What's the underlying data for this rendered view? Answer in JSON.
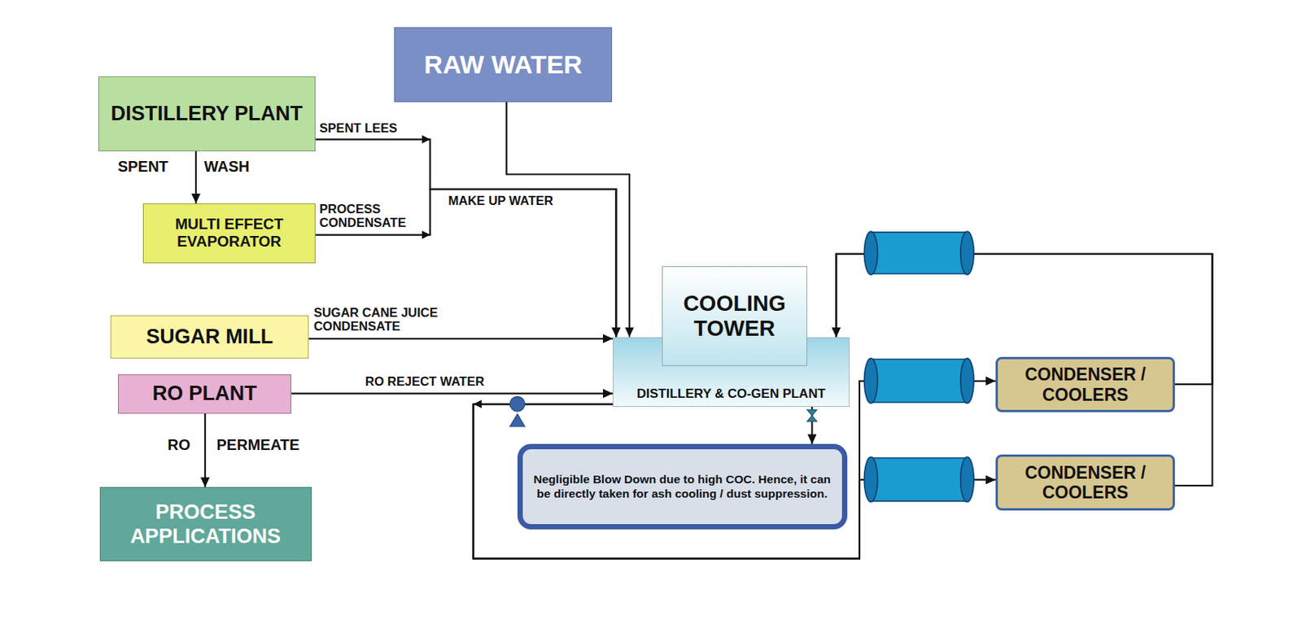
{
  "diagram": {
    "nodes": [
      {
        "text": [
          "RAW WATER"
        ]
      },
      {
        "text": [
          "DISTILLERY PLANT"
        ]
      },
      {
        "text": [
          "MULTI EFFECT EVAPORATOR"
        ]
      },
      {
        "text": [
          "COOLING TOWER"
        ]
      },
      {
        "text": [
          "SUGAR MILL"
        ]
      },
      {
        "text": [
          "DISTILLERY & CO-GEN PLANT"
        ]
      },
      {
        "text": [
          "RO PLANT"
        ]
      },
      {
        "text": [
          "CONDENSER / COOLERS"
        ]
      },
      {
        "text": [
          "Negligible Blow Down due to high COC. Hence, it can be directly taken for ash cooling / dust suppression."
        ]
      },
      {
        "text": [
          "CONDENSER / COOLERS"
        ]
      },
      {
        "text": [
          "PROCESS APPLICATIONS"
        ]
      }
    ],
    "edges": [
      {
        "from": 1,
        "to": 2,
        "arrow": "to"
      },
      {
        "from": 1,
        "to": 5,
        "label": "SPENT LEES",
        "arrow": "to"
      },
      {
        "from": 2,
        "to": 5,
        "label": "PROCESS CONDENSATE",
        "arrow": "to"
      },
      {
        "from": 0,
        "to": 5,
        "arrow": "to"
      },
      {
        "from": 4,
        "to": 5,
        "label": "SUGAR CANE JUICE CONDENSATE",
        "arrow": "to"
      },
      {
        "from": 6,
        "to": 5,
        "label": "RO REJECT WATER",
        "arrow": "to"
      },
      {
        "from": 6,
        "to": 10,
        "arrow": "to"
      },
      {
        "from": 5,
        "to": 8,
        "arrow": "to"
      },
      {
        "from": 5,
        "to": 7,
        "arrow": "to"
      },
      {
        "from": 5,
        "to": 9,
        "arrow": "to"
      },
      {
        "from": 7,
        "to": 5,
        "arrow": "to"
      },
      {
        "from": 9,
        "to": 5,
        "arrow": "to"
      }
    ],
    "labels": [
      "MAKE UP WATER",
      "SPENT",
      "WASH",
      "RO",
      "PERMEATE"
    ]
  }
}
